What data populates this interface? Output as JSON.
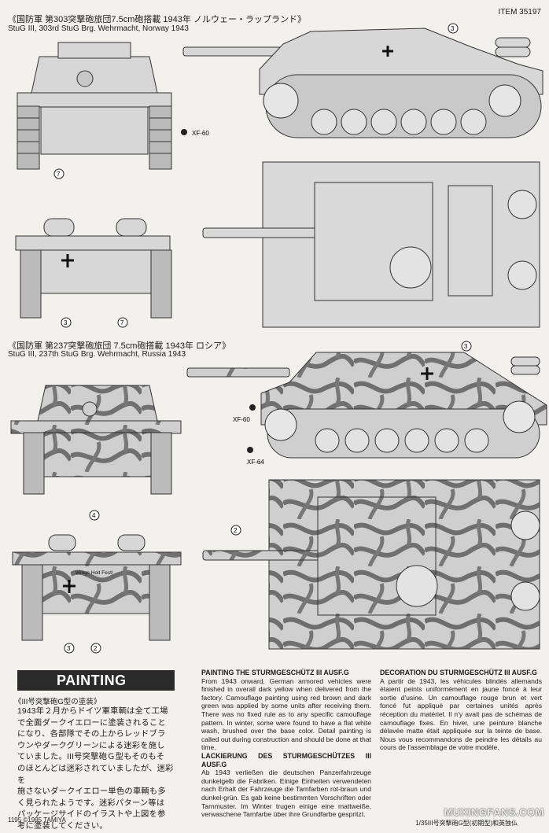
{
  "item_number": "ITEM 35197",
  "scheme1": {
    "title_jp": "《国防軍 第303突撃砲旅団7.5cm砲搭載 1943年 ノルウェー・ラップランド》",
    "title_en": "StuG III, 303rd StuG Brg. Wehrmacht, Norway 1943"
  },
  "scheme2": {
    "title_jp": "《国防軍 第237突撃砲旅団 7.5cm砲搭載 1943年 ロシア》",
    "title_en": "StuG III, 237th StuG Brg. Wehrmacht, Russia 1943"
  },
  "callouts": {
    "xf60": "XF-60",
    "xf64": "XF-64",
    "n2": "2",
    "n3": "3",
    "n4": "4",
    "n7": "7"
  },
  "rear_text": "Wings Holt Fest!",
  "painting_heading": "PAINTING",
  "japanese": {
    "title": "《III号突撃砲G型の塗装》",
    "lines": [
      "1943年２月からドイツ軍車輌は全て工場",
      "で全面ダークイエローに塗装されること",
      "になり、各部隊でその上からレッドブラ",
      "ウンやダークグリーンによる迷彩を施し",
      "ていました。III号突撃砲Ｇ型もそのもそ",
      "のほとんどは迷彩されていましたが、迷彩を",
      "施さないダークイエロー単色の車輌も多",
      "く見られたようです。迷彩パターン等は",
      "パッケージサイドのイラストや上図を参",
      "考に塗装してください。"
    ]
  },
  "english": {
    "heading": "PAINTING THE STURMGESCHÜTZ III AUSF.G",
    "body": "From 1943 onward, German armored vehicles were finished in overall dark yellow when delivered from the factory. Camouflage painting using red brown and dark green was applied by some units after receiving them. There was no fixed rule as to any specific camouflage pattern. In winter, some were found to have a flat white wash, brushed over the base color. Detail painting is called out during construction and should be done at that time."
  },
  "german": {
    "heading": "LACKIERUNG DES STURMGESCHÜTZES III AUSF.G",
    "body": "Ab 1943 verließen die deutschen Panzerfahrzeuge dunkelgelb die Fabriken. Einige Einheiten verwendeten nach Erhalt der Fahrzeuge die Tarnfarben rot-braun und dunkel-grün. Es gab keine bestimmten Vorschriften oder Tarnmuster. Im Winter trugen einige eine mattweiße, verwaschene Tarnfarbe über ihre Grundfarbe gespritzt."
  },
  "french": {
    "heading": "DECORATION DU STURMGESCHÜTZ III AUSF.G",
    "body": "A partir de 1943, les véhicules blindés allemands étaient peints uniformément en jaune foncé à leur sortie d'usine. Un camouflage rouge brun et vert foncé fut appliqué par certaines unités après réception du matériel. Il n'y avait pas de schémas de camouflage fixes. En hiver, une peinture blanche délavée matte était appliquée sur la teinte de base. Nous vous recommandons de peindre les détails au cours de l'assemblage de votre modèle."
  },
  "footer": {
    "code": "1195 ©1995 TAMIYA",
    "right": "1/35III号突撃砲G型(初期型)和英独仏"
  },
  "watermark": "MUXINGFANS.COM"
}
